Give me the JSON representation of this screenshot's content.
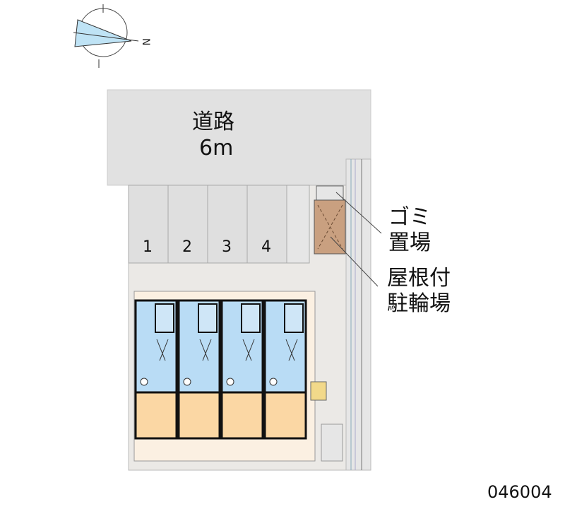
{
  "road": {
    "name": "道路",
    "width": "6m"
  },
  "parking": [
    "1",
    "2",
    "3",
    "4"
  ],
  "labels": {
    "garbage_line1": "ゴミ",
    "garbage_line2": "置場",
    "bike_line1": "屋根付",
    "bike_line2": "駐輪場"
  },
  "compass": {
    "north_label": "N"
  },
  "property_id": "046004",
  "colors": {
    "road": "#e1e1e1",
    "lot": "#ebe9e6",
    "wet_area": "#b9dcf5",
    "room": "#fbd7a4",
    "bike": "#c9a080"
  }
}
